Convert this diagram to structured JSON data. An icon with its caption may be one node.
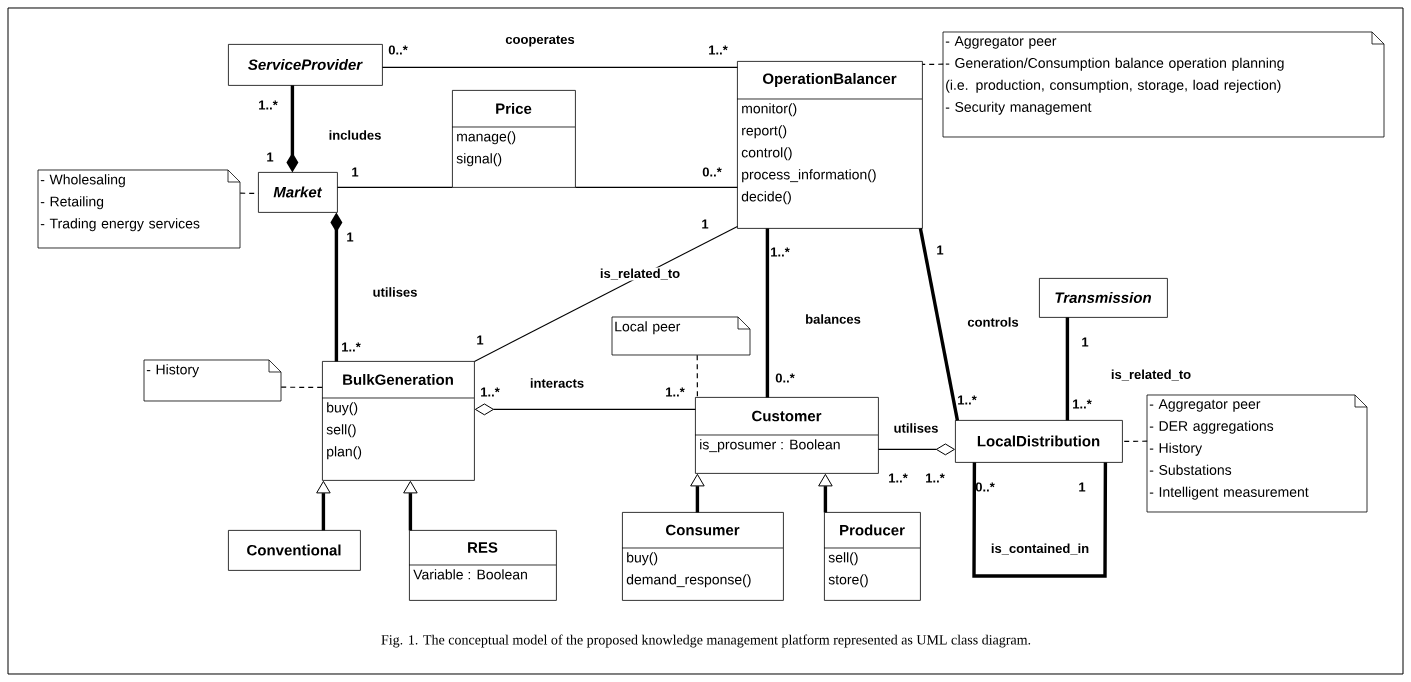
{
  "diagram": {
    "caption": "Fig. 1. The conceptual model of the proposed knowledge management platform represented as UML class diagram.",
    "nodes": [
      {
        "text": [
          "ServiceProvider"
        ]
      },
      {
        "text": [
          "OperationBalancer",
          "monitor()",
          "report()",
          "control()",
          "process_information()",
          "decide()"
        ]
      },
      {
        "text": [
          "- Aggregator peer",
          "- Generation/Consumption balance operation planning (i.e. production, consumption, storage, load rejection)",
          "- Security management"
        ]
      },
      {
        "text": [
          "Price",
          "manage()",
          "signal()"
        ]
      },
      {
        "text": [
          "- Wholesaling",
          "- Retailing",
          "- Trading energy services"
        ]
      },
      {
        "text": [
          "Market"
        ]
      },
      {
        "text": [
          "Transmission"
        ]
      },
      {
        "text": [
          "- History"
        ]
      },
      {
        "text": [
          "BulkGeneration",
          "buy()",
          "sell()",
          "plan()"
        ]
      },
      {
        "text": [
          "Local peer"
        ]
      },
      {
        "text": [
          "Customer",
          "is_prosumer : Boolean"
        ]
      },
      {
        "text": [
          "LocalDistribution"
        ]
      },
      {
        "text": [
          "- Aggregator peer",
          "- DER aggregations",
          "- History",
          "- Substations",
          "- Intelligent measurement"
        ]
      },
      {
        "text": [
          "Conventional"
        ]
      },
      {
        "text": [
          "RES",
          "Variable : Boolean"
        ]
      },
      {
        "text": [
          "Consumer",
          "buy()",
          "demand_response()"
        ]
      },
      {
        "text": [
          "Producer",
          "sell()",
          "store()"
        ]
      }
    ],
    "edges": [
      {
        "from": 0,
        "to": 1,
        "arrow": "none",
        "label": "cooperates"
      },
      {
        "from": 0,
        "to": 5,
        "arrow": "other",
        "label": "includes",
        "style": "thick"
      },
      {
        "from": 5,
        "to": 3,
        "arrow": "none"
      },
      {
        "from": 3,
        "to": 1,
        "arrow": "none"
      },
      {
        "from": 8,
        "to": 5,
        "arrow": "other",
        "label": "utilises",
        "style": "thick"
      },
      {
        "from": 4,
        "to": 5,
        "arrow": "none",
        "style": "dashed"
      },
      {
        "from": 2,
        "to": 1,
        "arrow": "none",
        "style": "dashed"
      },
      {
        "from": 1,
        "to": 8,
        "arrow": "none",
        "label": "is_related_to"
      },
      {
        "from": 1,
        "to": 10,
        "arrow": "none",
        "label": "balances",
        "style": "thick"
      },
      {
        "from": 1,
        "to": 11,
        "arrow": "none",
        "label": "controls",
        "style": "thick"
      },
      {
        "from": 6,
        "to": 11,
        "arrow": "none",
        "label": "is_related_to",
        "style": "thick"
      },
      {
        "from": 7,
        "to": 8,
        "arrow": "none",
        "style": "dashed"
      },
      {
        "from": 10,
        "to": 8,
        "arrow": "other",
        "label": "interacts"
      },
      {
        "from": 9,
        "to": 10,
        "arrow": "none",
        "style": "dashed"
      },
      {
        "from": 10,
        "to": 11,
        "arrow": "other",
        "label": "utilises"
      },
      {
        "from": 11,
        "to": 11,
        "arrow": "none",
        "label": "is_contained_in",
        "style": "thick"
      },
      {
        "from": 12,
        "to": 11,
        "arrow": "none",
        "style": "dashed"
      },
      {
        "from": 13,
        "to": 8,
        "arrow": "to",
        "style": "thick"
      },
      {
        "from": 14,
        "to": 8,
        "arrow": "to",
        "style": "thick"
      },
      {
        "from": 15,
        "to": 10,
        "arrow": "to",
        "style": "thick"
      },
      {
        "from": 16,
        "to": 10,
        "arrow": "to",
        "style": "thick"
      }
    ],
    "labels": [
      "0..*",
      "1..*",
      "1..*",
      "1",
      "1",
      "0..*",
      "1",
      "1",
      "1..*",
      "1",
      "1",
      "1..*",
      "1",
      "0..*",
      "1..*",
      "1..*",
      "1..*",
      "1..*",
      "1..*",
      "1..*",
      "0..*",
      "1"
    ]
  }
}
